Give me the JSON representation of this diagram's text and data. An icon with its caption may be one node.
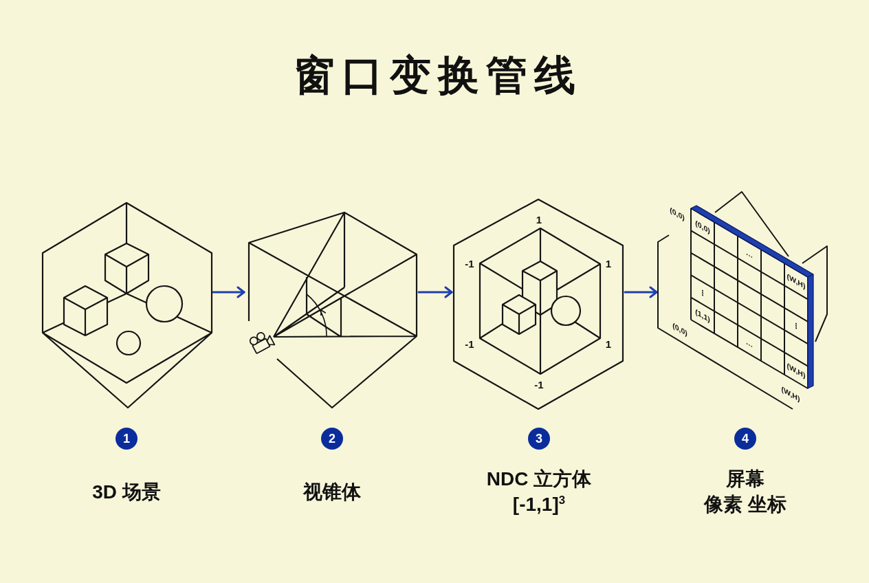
{
  "diagram": {
    "title": "窗口变换管线",
    "nodes": [
      {
        "text": [],
        "shape": "picture",
        "beside": [
          "1",
          "3D 场景"
        ]
      },
      {
        "text": [],
        "shape": "picture",
        "beside": [
          "2",
          "视锥体"
        ]
      },
      {
        "text": [
          "1",
          "-1",
          "1",
          "-1",
          "1",
          "-1"
        ],
        "beside": [
          "3",
          "NDC 立方体 [-1,1]$^{3}$"
        ]
      },
      {
        "text": [
          "(0,0)",
          "(0,0)",
          "…",
          "(W,H)",
          "⋮",
          "(1,1)",
          "(0,0)",
          "⋮",
          "…",
          "(W,H)",
          "(W,H)"
        ],
        "beside": [
          "4",
          "屏幕像素 坐标"
        ]
      }
    ],
    "edges": [
      {
        "from": 0,
        "to": 1,
        "arrow": "to"
      },
      {
        "from": 1,
        "to": 2,
        "arrow": "to"
      },
      {
        "from": 2,
        "to": 3,
        "arrow": "to"
      }
    ]
  }
}
